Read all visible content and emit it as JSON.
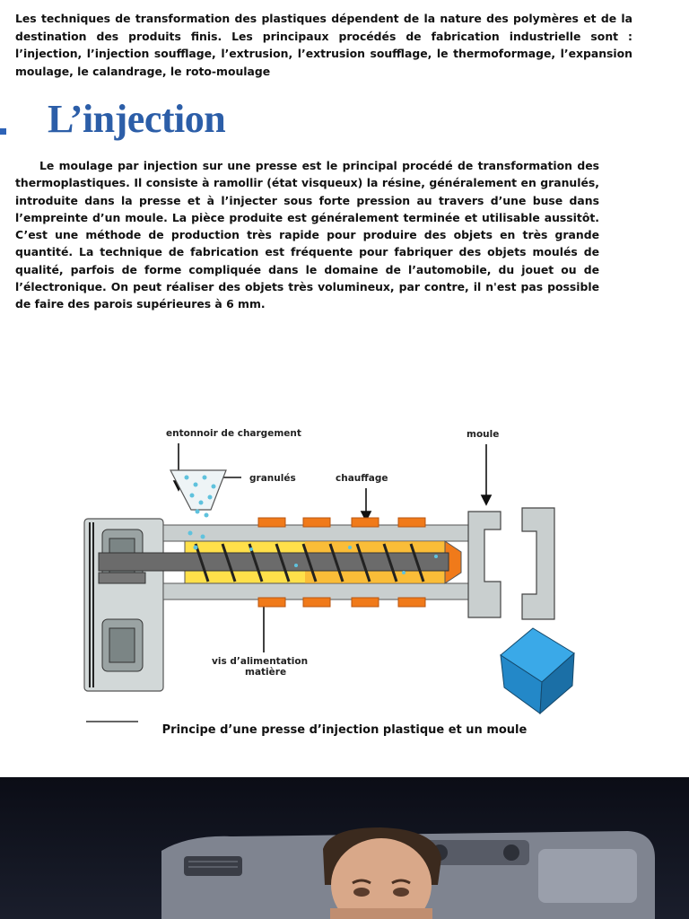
{
  "intro": "Les techniques de transformation des plastiques dépendent de la nature des polymères et de la destination des produits finis. Les principaux procédés de fabrication industrielle sont : l’injection, l’injection soufflage, l’extrusion, l’extrusion soufflage, le thermoformage, l’expansion moulage, le calandrage, le roto-moulage",
  "section": {
    "title": "L’injection",
    "paragraph": "Le moulage par injection sur une presse est le principal procédé de transformation des thermoplastiques. Il consiste à ramollir (état visqueux) la résine, généralement en granulés, introduite dans la presse et à l’injecter sous forte pression au travers d’une buse dans l’empreinte d’un moule. La pièce produite est généralement terminée et utilisable aussitôt. C’est une méthode de production très rapide pour produire des objets en très grande quantité. La technique de fabrication est fréquente pour fabriquer des objets moulés de qualité, parfois de forme compliquée dans le domaine de l’automobile, du jouet ou de l’électronique. On peut réaliser des objets très volumineux, par contre, il n'est pas possible de faire des parois supérieures à 6 mm."
  },
  "diagram": {
    "labels": {
      "hopper": "entonnoir de chargement",
      "granules": "granulés",
      "heating": "chauffage",
      "mould": "moule",
      "screw_line1": "vis d’alimentation",
      "screw_line2": "matière"
    },
    "caption": "Principe d’une presse d’injection plastique et un moule",
    "colors": {
      "barrel": "#ffe04a",
      "heater": "#f07a1a",
      "screw": "#6b6b6b",
      "frame": "#c9cfcf",
      "pellet": "#5fc2dd",
      "part": "#3aa9e8"
    }
  },
  "video": {
    "description_icon": "presenter-video-frame"
  }
}
